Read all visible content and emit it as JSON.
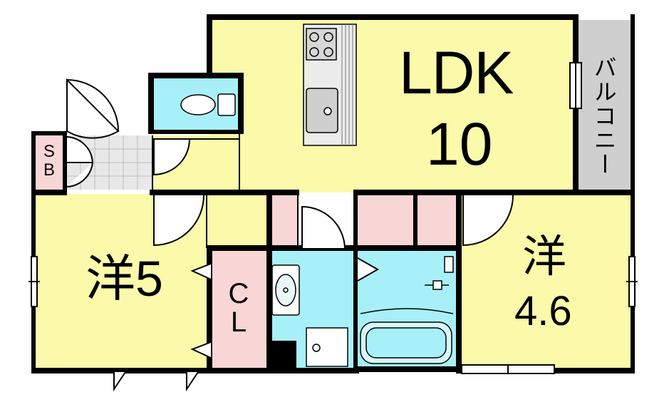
{
  "rooms": {
    "ldk": {
      "name": "LDK",
      "size": "10",
      "color": "#fafaaa"
    },
    "western_room_1": {
      "name": "洋5",
      "color": "#fafaaa"
    },
    "western_room_2": {
      "name": "洋",
      "size": "4.6",
      "color": "#fafaaa"
    },
    "closet": {
      "line1": "C",
      "line2": "L",
      "color": "#f9d6d6"
    },
    "shoe_box": {
      "line1": "S",
      "line2": "B",
      "color": "#f9d6d6"
    },
    "balcony": {
      "name": "バルコニー",
      "color": "#cfcfcf"
    },
    "wet_area_color": "#a8f0f8",
    "storage_color": "#f9d6d6"
  },
  "icons": [
    "gas-stove-icon",
    "kitchen-sink-icon",
    "toilet-icon",
    "washbasin-icon",
    "bathtub-icon",
    "washing-machine-icon",
    "door-swing-icon",
    "window-icon"
  ]
}
